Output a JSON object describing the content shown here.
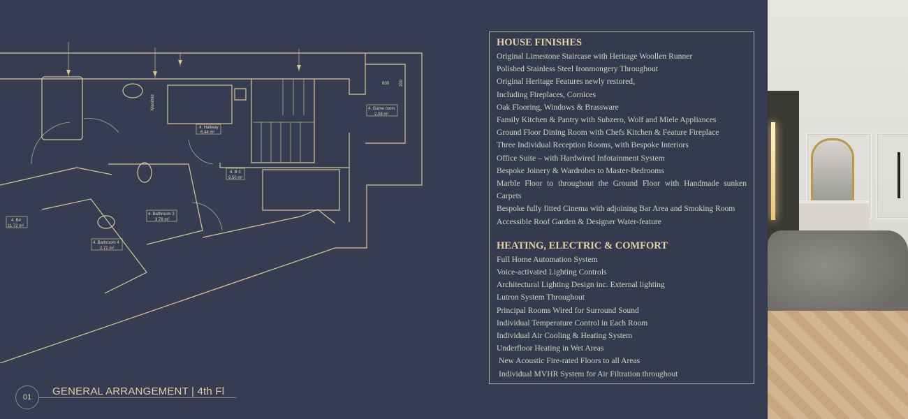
{
  "floor_plan": {
    "rooms": [
      {
        "name": "4. Hallway",
        "area": "6.44 m²"
      },
      {
        "name": "4. B 3",
        "area": "9.50 m²"
      },
      {
        "name": "4. Game room",
        "area": "2.08 m²"
      },
      {
        "name": "4. Bathroom 3",
        "area": "3.78 m²"
      },
      {
        "name": "4. Bathroom 4",
        "area": "2.72 m²"
      },
      {
        "name": "4. B4",
        "area": "11.72 m²"
      }
    ],
    "annotations": {
      "dim_600": "600",
      "dim_200": "200",
      "manifold": "Manifold"
    }
  },
  "footer": {
    "page_number": "01",
    "title": "GENERAL ARRANGEMENT | 4th Fl"
  },
  "specs": {
    "house_finishes": {
      "heading": "HOUSE FINISHES",
      "items": [
        "Original Limestone Staircase with Heritage Woollen Runner",
        "Polished Stainless Steel Ironmongery Throughout",
        "Original Heritage Features newly restored,",
        "Including Fireplaces, Cornices",
        "Oak Flooring, Windows & Brassware",
        "Family Kitchen & Pantry with Subzero, Wolf and Miele Appliances",
        "Ground Floor Dining Room with Chefs Kitchen & Feature Fireplace",
        "Three Individual Reception Rooms, with Bespoke Interiors",
        "Office Suite – with Hardwired Infotainment System",
        "Bespoke Joinery & Wardrobes to Master-Bedrooms",
        "Marble Floor to throughout the Ground Floor with Handmade sunken",
        "Carpets",
        "Bespoke fully fitted Cinema with adjoining Bar Area and Smoking Room",
        "Accessible Roof Garden & Designer Water-feature"
      ]
    },
    "heating": {
      "heading": "HEATING, ELECTRIC & COMFORT",
      "items": [
        "Full Home Automation System",
        "Voice-activated Lighting Controls",
        "Architectural Lighting Design inc. External lighting",
        "Lutron System Throughout",
        "Principal Rooms Wired for Surround Sound",
        "Individual Temperature Control in Each Room",
        "Individual Air Cooling & Heating System",
        "Underfloor Heating in Wet Areas",
        " New Acoustic Fire-rated Floors to all Areas",
        " Individual MVHR System for Air Filtration throughout"
      ]
    }
  },
  "colors": {
    "background": "#363c51",
    "accent": "#e0cfa6",
    "line": "#d8c79a"
  }
}
